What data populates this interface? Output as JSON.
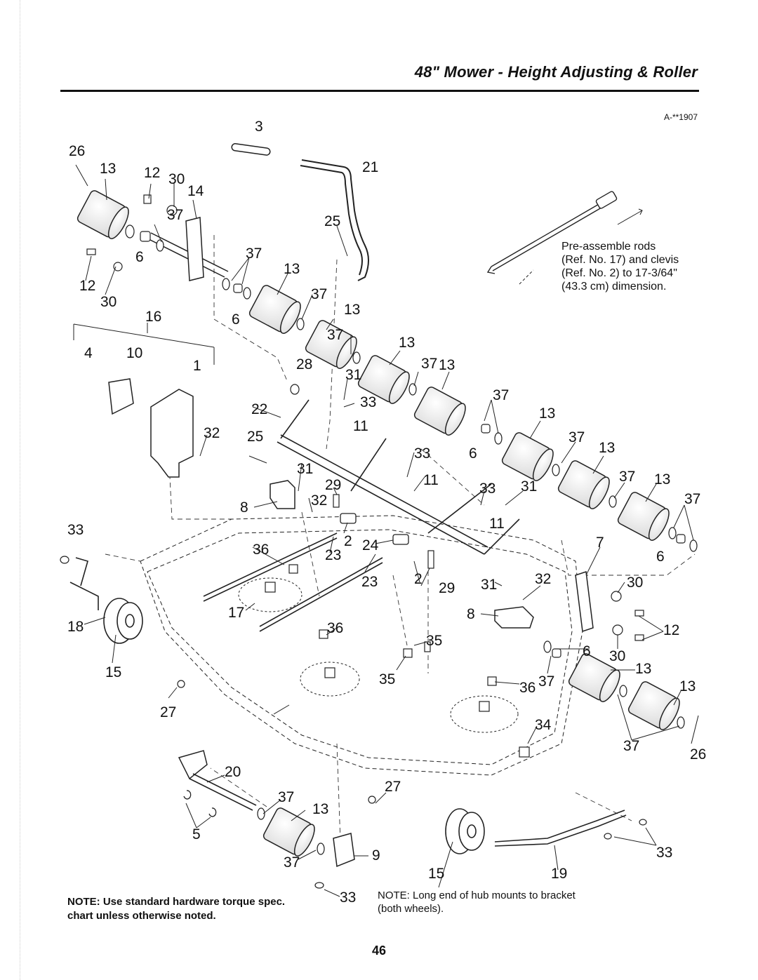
{
  "header": {
    "title": "48\" Mower - Height Adjusting & Roller",
    "figure_id": "A-**1907"
  },
  "notes": {
    "preassemble": "Pre-assemble rods (Ref. No. 17) and clevis (Ref. No. 2) to 17-3/64\" (43.3 cm) dimension.",
    "hardware": "NOTE: Use standard hardware torque spec. chart unless otherwise noted.",
    "hub": "NOTE: Long end of hub mounts to bracket (both wheels)."
  },
  "callouts": [
    "3",
    "21",
    "26",
    "13",
    "12",
    "30",
    "14",
    "37",
    "25",
    "6",
    "16",
    "4",
    "10",
    "1",
    "28",
    "31",
    "22",
    "33",
    "11",
    "32",
    "8",
    "29",
    "2",
    "24",
    "36",
    "23",
    "7",
    "17",
    "18",
    "15",
    "35",
    "34",
    "20",
    "5",
    "9",
    "19",
    "27"
  ],
  "page_number": "46"
}
